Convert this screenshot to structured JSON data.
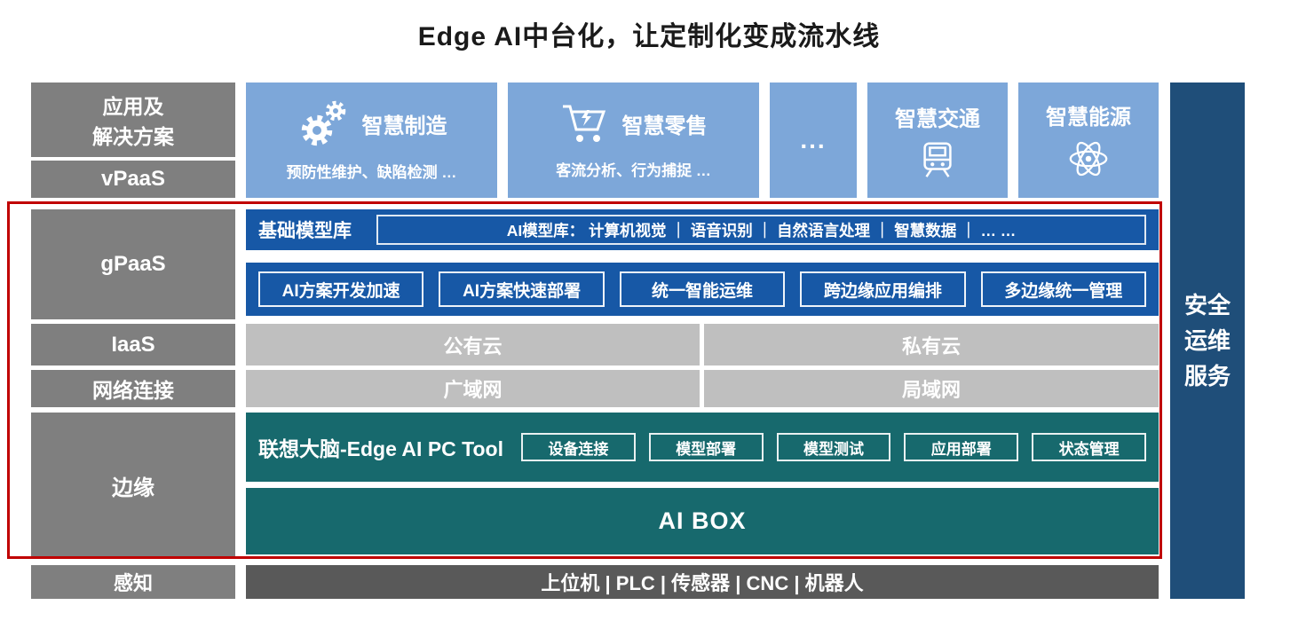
{
  "title": "Edge AI中台化，让定制化变成流水线",
  "colors": {
    "app_blue": "#7DA7D9",
    "band_blue": "#1758A6",
    "panel_navy": "#1F4E79",
    "teal": "#17696D",
    "sidebar_gray": "#7F7F7F",
    "light_gray": "#BFBFBF",
    "dark_gray": "#595959",
    "highlight_red": "#C00000"
  },
  "sidebar": {
    "items": [
      {
        "label": "应用及\n解决方案"
      },
      {
        "label": "vPaaS"
      },
      {
        "label": "gPaaS"
      },
      {
        "label": "IaaS"
      },
      {
        "label": "网络连接"
      },
      {
        "label": "边缘"
      },
      {
        "label": "感知"
      }
    ]
  },
  "apps": {
    "manufacturing": {
      "title": "智慧制造",
      "subtitle": "预防性维护、缺陷检测 …"
    },
    "retail": {
      "title": "智慧零售",
      "subtitle": "客流分析、行为捕捉 …"
    },
    "more": "...",
    "transport": {
      "title": "智慧交通"
    },
    "energy": {
      "title": "智慧能源"
    }
  },
  "gpaas": {
    "model_lib_label": "基础模型库",
    "model_lib_content": "AI模型库：  计算机视觉 ｜ 语音识别 ｜ 自然语言处理 ｜ 智慧数据 ｜ … …",
    "capabilities": [
      "AI方案开发加速",
      "AI方案快速部署",
      "统一智能运维",
      "跨边缘应用编排",
      "多边缘统一管理"
    ]
  },
  "iaas": {
    "public_cloud": "公有云",
    "private_cloud": "私有云"
  },
  "network": {
    "wan": "广域网",
    "lan": "局域网"
  },
  "edge": {
    "tool_label": "联想大脑-Edge AI PC Tool",
    "tool_items": [
      "设备连接",
      "模型部署",
      "模型测试",
      "应用部署",
      "状态管理"
    ],
    "aibox": "AI BOX"
  },
  "perception": "上位机 | PLC | 传感器 | CNC | 机器人",
  "right_panel": "安全\n运维\n服务"
}
